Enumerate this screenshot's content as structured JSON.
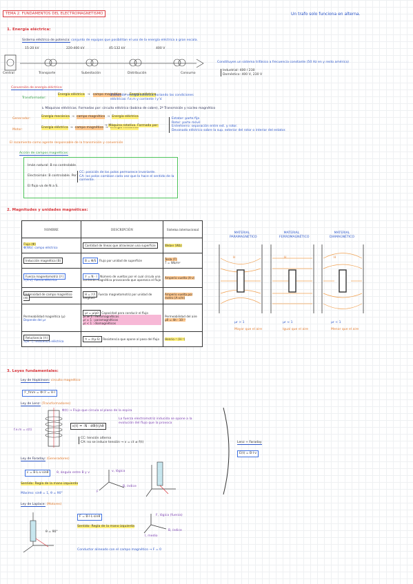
{
  "header": {
    "topic": "TEMA 2. FUNDAMENTOS DEL ELECTROMAGNETISMO",
    "right_note": "Un trafo solo funciona en alterna."
  },
  "s1": {
    "title": "1. Energía eléctrica:",
    "subtitle": "Sistema eléctrico de potencia:",
    "definition": "conjunto de equipos que posibilitan el uso de la energía eléctrica a gran escala.",
    "stage_tags": [
      "15-20 kV",
      "220-400 kV",
      "45-132 kV",
      "400 V"
    ],
    "stage_labels": [
      "Central",
      "Transporte",
      "Subestación",
      "Distribución",
      "Consumo"
    ],
    "right_note": "Constituyen un sistema trifásico a frecuencia constante (50 Hz en y resto américa)",
    "right_items": [
      "Industrial: 400 / 230",
      "Doméstico: 400 V, 230 V"
    ],
    "conv_title": "Conversión de energía eléctrica:",
    "trafo_label": "Transformador:",
    "trafo_boxes": [
      "Energía eléctrica",
      "campo magnético",
      "Energía eléctrica"
    ],
    "trafo_desc": "Transmite energía eléctrica variando las condiciones eléctricas: f.e.m y corriente I y V.",
    "maquinas": "Máquinas eléctricas. Formadas por: circuito eléctrico (bobina de cobre), 2º Transmisión y núcleo magnético",
    "generador_label": "Generador:",
    "gen_boxes": [
      "Energía mecánica",
      "campo magnético",
      "Energía eléctrica"
    ],
    "motor_label": "Motor:",
    "motor_boxes": [
      "Energía eléctrica",
      "campo magnético",
      "Energía mecánica"
    ],
    "maq_rot": "Máquina rotativa. Formada por:",
    "maq_rot_parts": [
      "Estator: parte fija",
      "Rotor: parte móvil",
      "Entrehierro: separación entre est. y rotor.",
      "Devanado eléctrico sobre la sup. exterior del rotor o interior del estator."
    ],
    "footnote": "El rozamiento como agente responsable de la transmisión y conversión",
    "acc_title": "Acción de campos magnéticos:",
    "acc_imanes": "Imán natural: B no controlable.",
    "acc_electro": "Electroimán: B controlable. Por",
    "acc_cc": "CC: posición de los polos permanece invariante.",
    "acc_ca": "CA: los polos cambian cada vez que lo hace el sentido de la corriente.",
    "acc_flux": "El flujo va de N a S."
  },
  "s2": {
    "title": "2. Magnitudes y unidades magnéticas:",
    "table_headers": [
      "NOMBRE",
      "DESCRIPCIÓN",
      "Sistema internacional"
    ],
    "rows": [
      {
        "name": "Flujo (Φ)",
        "name_sub": "Φ[Wb]: campo eléctrico",
        "desc": "Cantidad de líneas que atraviesan una superficie",
        "unit": "Weber (Wb)"
      },
      {
        "name": "Inducción magnética (B)",
        "name_sub": "",
        "formula": "B = Φ/S",
        "desc": "Flujo por unidad de superficie",
        "unit": "Tesla (T)",
        "unit_sub": "T = Wb/m²"
      },
      {
        "name": "Fuerza magnetomotriz (ℱ)",
        "name_sub": "ℱ[A·v]: fuerza eléctrica",
        "formula": "ℱ = N · I",
        "desc": "Número de vueltas por el cual circula una corriente magnética provocando que aparezca el flujo",
        "unit": "Amperio vuelta (A·v)"
      },
      {
        "name": "Intensidad de campo magnético (H)",
        "name_sub": "",
        "formula": "H = ℱ/l",
        "desc": "Fuerza magnetomotriz por unidad de longitud",
        "unit": "Amperio vuelta por metro (A·v/m)"
      },
      {
        "name": "Permeabilidad magnética (μ)",
        "name_sub": "Depende del μr",
        "formula": "μr = μ/μ0",
        "desc": "Capacidad para conducir el flujo",
        "desc_items": [
          "μr ≫ 1 : ferromagnéticos",
          "μr ≈ 1 : paramagnéticos",
          "μr < 1 : diamagnéticos"
        ],
        "unit": "Permeabilidad del aire",
        "unit_sub": "μ0 = 4π · 10⁻⁷"
      },
      {
        "name": "Reluctancia (ℛ)",
        "name_sub": "ℛ[H⁻¹]: resistencia eléctrica",
        "formula": "ℛ = l/(μ·S)",
        "desc": "Resistencia que opone al paso del flujo",
        "unit": "Henrio⁻¹ (H⁻¹)"
      }
    ],
    "materials": [
      {
        "title": "MATERIAL PARAMAGNÉTICO",
        "caption": "μr > 1",
        "note": "Mayor que el aire"
      },
      {
        "title": "MATERIAL FERROMAGNÉTICO",
        "caption": "μr ≈ 1",
        "note": "Igual que el aire"
      },
      {
        "title": "MATERIAL DIAMAGNÉTICO",
        "caption": "μr < 1",
        "note": "Menor que el aire"
      }
    ],
    "field_letter": "H"
  },
  "s3": {
    "title": "3. Leyes fundamentales:",
    "hopkinson_title": "Ley de Hopkinson:",
    "hopkinson_sub": "circuito magnético",
    "hopkinson_formula": "ℱ_fmm = Φ·ℛ = H·l",
    "lenz_title": "Ley de Lenz:",
    "lenz_sub": "(Transformadores)",
    "lenz_flux": "Φ(t) → Flujo que circula al plano de la espira",
    "lenz_emf_label": "f.e.m = ε(t)",
    "lenz_formula": "ε(t) = -N · dΦ(t)/dt",
    "lenz_right": "La fuerza electromotriz inducida se opone a la evolución del flujo que la provoca",
    "lenz_cc": "CC: tensión alterna",
    "lenz_ca": "CA: no se induce tensión → v = ct ≠ f(t)",
    "faraday_title": "Ley de Faraday:",
    "faraday_sub": "(Generadores)",
    "faraday_formula": "ε = B·L·v·sinθ",
    "faraday_angle": "θ, ángulo entre B y v",
    "faraday_sentido": "Sentido: Regla de la mano izquierda",
    "faraday_max": "Máximo: sinθ = 1, θ = 90°",
    "faraday_axes": [
      "v, lógica",
      "B, índice",
      "F"
    ],
    "laplace_title": "Ley de Laplace:",
    "laplace_sub": "(Motores)",
    "laplace_formula": "F = B·I·L·sinθ",
    "laplace_sentido": "Sentido: Regla de la mano izquierda",
    "laplace_axes": [
      "F, lógica (fuerza)",
      "B, índice",
      "I, medio"
    ],
    "laplace_theta": "θ = 90°",
    "laplace_conductor": "Conductor alineado con el campo magnético → F = 0",
    "lenz_faraday_title": "Lenz + Faraday",
    "lenz_faraday_formula": "E(t) = B·l·v"
  },
  "colors": {
    "accent_red": "#d8343a",
    "accent_blue": "#2a55c9",
    "highlight_yellow": "#fff07a",
    "highlight_orange": "#ffc88f",
    "field_orange": "#f0a050"
  }
}
